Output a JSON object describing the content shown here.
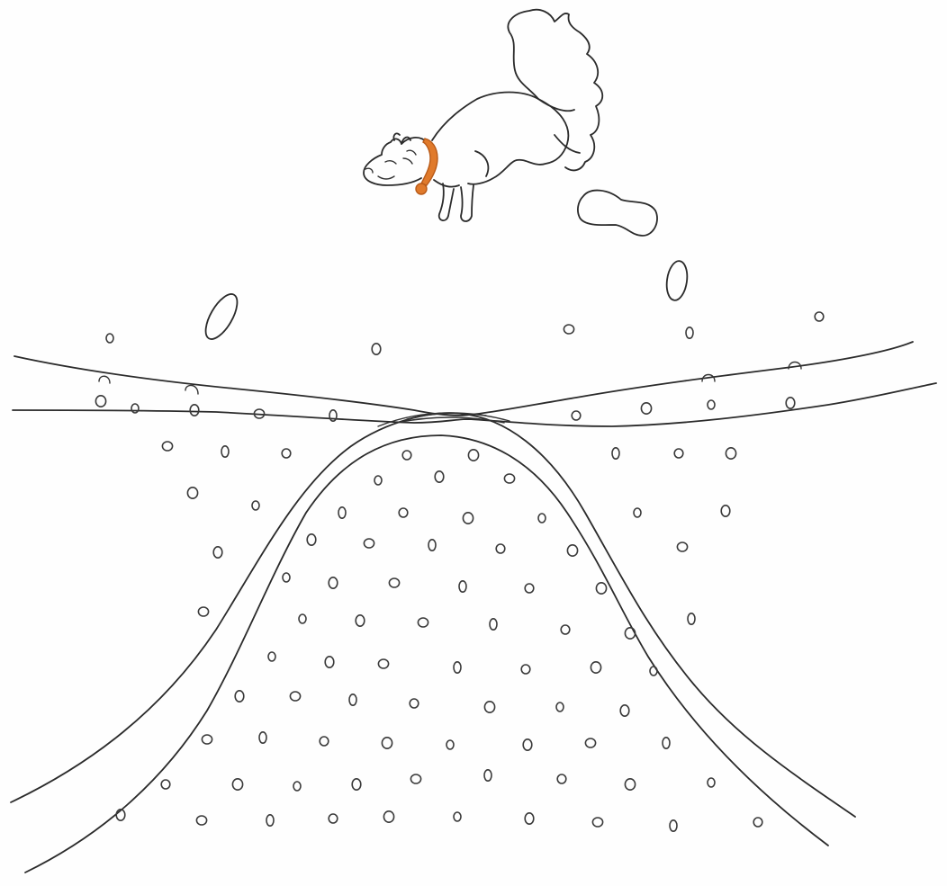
{
  "scene": {
    "subject": "squirrel-leaping-over-mound",
    "colors": {
      "ink": "#2b2b2b",
      "paper": "#fefefe",
      "collar": "#e07a2b",
      "collar_dark": "#b85a18"
    },
    "icons": {
      "animal": "squirrel-icon",
      "collar": "collar-icon",
      "ground": "ground-lines",
      "mound": "mound-outline"
    }
  }
}
